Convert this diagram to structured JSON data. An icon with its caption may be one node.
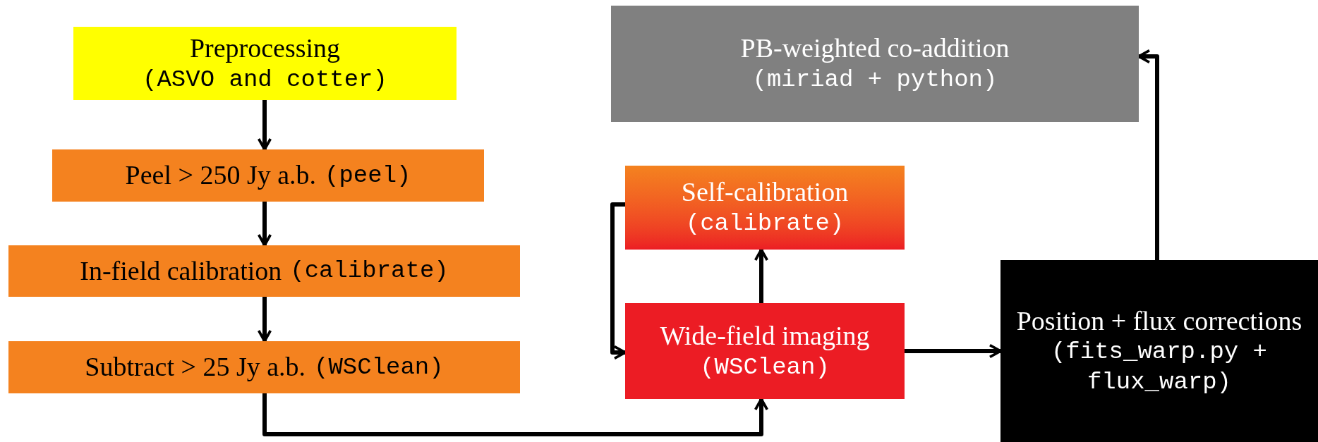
{
  "diagram": {
    "nodes": [
      {
        "text": [
          "Preprocessing",
          "(ASVO and cotter)"
        ]
      },
      {
        "text": [
          "Peel > 250 Jy a.b.",
          "(peel)"
        ]
      },
      {
        "text": [
          "In-field calibration",
          "(calibrate)"
        ]
      },
      {
        "text": [
          "Subtract > 25 Jy a.b.",
          "(WSClean)"
        ]
      },
      {
        "text": [
          "Self-calibration",
          "(calibrate)"
        ]
      },
      {
        "text": [
          "Wide-field imaging",
          "(WSClean)"
        ]
      },
      {
        "text": [
          "Position + flux corrections",
          "(fits_warp.py + flux_warp)"
        ]
      },
      {
        "text": [
          "PB-weighted co-addition",
          "(miriad + python)"
        ]
      }
    ],
    "edges": [
      {
        "from": 0,
        "to": 1,
        "arrow": "to"
      },
      {
        "from": 1,
        "to": 2,
        "arrow": "to"
      },
      {
        "from": 2,
        "to": 3,
        "arrow": "to"
      },
      {
        "from": 3,
        "to": 5,
        "arrow": "to"
      },
      {
        "from": 5,
        "to": 4,
        "arrow": "to"
      },
      {
        "from": 4,
        "to": 5,
        "arrow": "to"
      },
      {
        "from": 5,
        "to": 6,
        "arrow": "to"
      },
      {
        "from": 6,
        "to": 7,
        "arrow": "to"
      }
    ]
  }
}
